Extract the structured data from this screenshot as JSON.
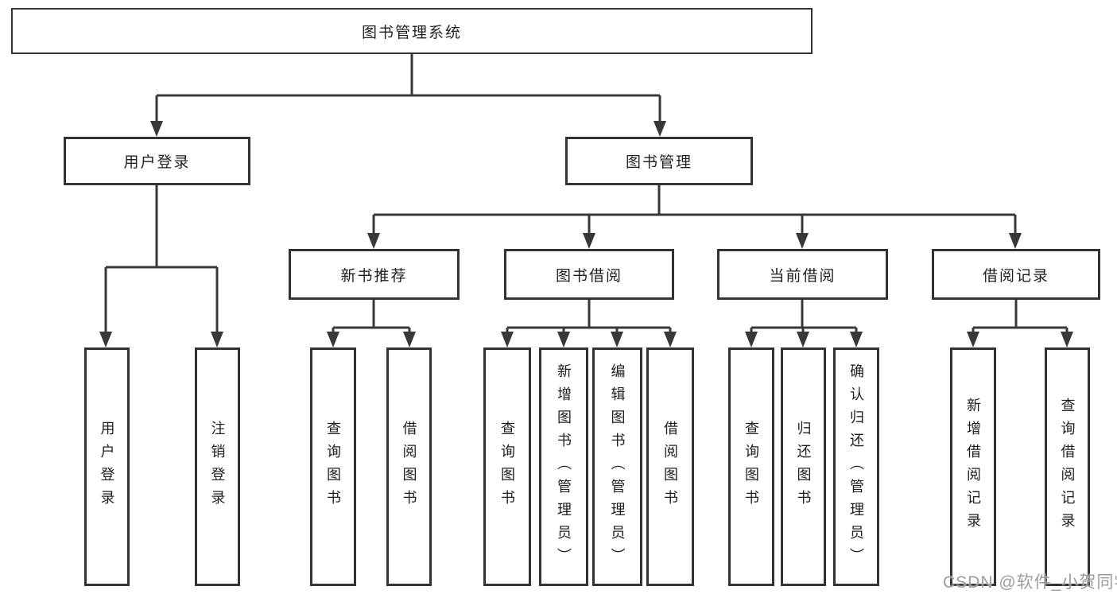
{
  "diagram": {
    "root": {
      "label": "图书管理系统"
    },
    "user_login": {
      "label": "用户登录",
      "children": [
        {
          "label": "用户登录"
        },
        {
          "label": "注销登录"
        }
      ]
    },
    "book_mgmt": {
      "label": "图书管理",
      "children": [
        {
          "label": "新书推荐",
          "children": [
            {
              "label": "查询图书"
            },
            {
              "label": "借阅图书"
            }
          ]
        },
        {
          "label": "图书借阅",
          "children": [
            {
              "label": "查询图书"
            },
            {
              "label": "新增图书（管理员）"
            },
            {
              "label": "编辑图书（管理员）"
            },
            {
              "label": "借阅图书"
            }
          ]
        },
        {
          "label": "当前借阅",
          "children": [
            {
              "label": "查询图书"
            },
            {
              "label": "归还图书"
            },
            {
              "label": "确认归还（管理员）"
            }
          ]
        },
        {
          "label": "借阅记录",
          "children": [
            {
              "label": "新增借阅记录"
            },
            {
              "label": "查询借阅记录"
            }
          ]
        }
      ]
    },
    "watermark": "CSDN @软件_小贺同学",
    "colors": {
      "line": "#383838",
      "box_border": "#333333",
      "box_fill": "#ffffff",
      "text": "#1f1f1f",
      "watermark": "#949494"
    }
  }
}
